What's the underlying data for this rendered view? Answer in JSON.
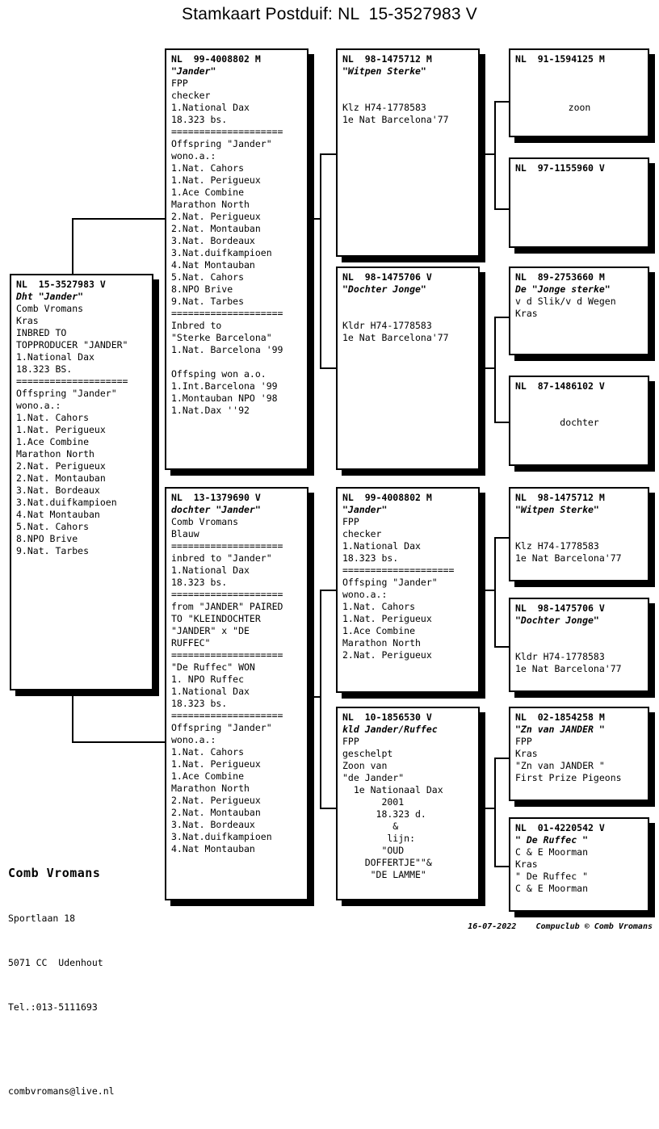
{
  "page": {
    "title": "Stamkaart Postduif: NL  15-3527983 V"
  },
  "pedigree": {
    "subject": {
      "ring": "NL  15-3527983 V",
      "nickname": "Dht \"Jander\"",
      "lines": [
        "Comb Vromans",
        "Kras",
        "INBRED TO",
        "TOPPRODUCER \"JANDER\"",
        "1.National Dax",
        "18.323 BS.",
        "====================",
        "Offspring \"Jander\"",
        "wono.a.:",
        "1.Nat. Cahors",
        "1.Nat. Perigueux",
        "1.Ace Combine",
        "Marathon North",
        "2.Nat. Perigueux",
        "2.Nat. Montauban",
        "3.Nat. Bordeaux",
        "3.Nat.duifkampioen",
        "4.Nat Montauban",
        "5.Nat. Cahors",
        "8.NPO Brive",
        "9.Nat. Tarbes"
      ]
    },
    "gen2": [
      {
        "ring": "NL  99-4008802 M",
        "nickname": "\"Jander\"",
        "lines": [
          "FPP",
          "checker",
          "1.National Dax",
          "18.323 bs.",
          "====================",
          "Offspring \"Jander\"",
          "wono.a.:",
          "1.Nat. Cahors",
          "1.Nat. Perigueux",
          "1.Ace Combine",
          "Marathon North",
          "2.Nat. Perigueux",
          "2.Nat. Montauban",
          "3.Nat. Bordeaux",
          "3.Nat.duifkampioen",
          "4.Nat Montauban",
          "5.Nat. Cahors",
          "8.NPO Brive",
          "9.Nat. Tarbes",
          "====================",
          "Inbred to",
          "\"Sterke Barcelona\"",
          "1.Nat. Barcelona '99",
          "",
          "Offsping won a.o.",
          "1.Int.Barcelona '99",
          "1.Montauban NPO '98",
          "1.Nat.Dax ''92"
        ]
      },
      {
        "ring": "NL  13-1379690 V",
        "nickname": "dochter \"Jander\"",
        "lines": [
          "Comb Vromans",
          "Blauw",
          "====================",
          "inbred to \"Jander\"",
          "1.National Dax",
          "18.323 bs.",
          "====================",
          "from \"JANDER\" PAIRED",
          "TO \"KLEINDOCHTER",
          "\"JANDER\" x \"DE",
          "RUFFEC\"",
          "====================",
          "\"De Ruffec\" WON",
          "1. NPO Ruffec",
          "1.National Dax",
          "18.323 bs.",
          "====================",
          "Offspring \"Jander\"",
          "wono.a.:",
          "1.Nat. Cahors",
          "1.Nat. Perigueux",
          "1.Ace Combine",
          "Marathon North",
          "2.Nat. Perigueux",
          "2.Nat. Montauban",
          "3.Nat. Bordeaux",
          "3.Nat.duifkampioen",
          "4.Nat Montauban"
        ]
      }
    ],
    "gen3": [
      {
        "ring": "NL  98-1475712 M",
        "nickname": "\"Witpen Sterke\"",
        "lines": [
          "",
          "",
          "Klz H74-1778583",
          "1e Nat Barcelona'77"
        ]
      },
      {
        "ring": "NL  98-1475706 V",
        "nickname": "\"Dochter Jonge\"",
        "lines": [
          "",
          "",
          "Kldr H74-1778583",
          "1e Nat Barcelona'77"
        ]
      },
      {
        "ring": "NL  99-4008802 M",
        "nickname": "\"Jander\"",
        "lines": [
          "FPP",
          "checker",
          "1.National Dax",
          "18.323 bs.",
          "====================",
          "Offsping \"Jander\"",
          "wono.a.:",
          "1.Nat. Cahors",
          "1.Nat. Perigueux",
          "1.Ace Combine",
          "Marathon North",
          "2.Nat. Perigueux"
        ]
      },
      {
        "ring": "NL  10-1856530 V",
        "nickname": "kld Jander/Ruffec",
        "lines": [
          "FPP",
          "geschelpt",
          "Zoon van",
          "\"de Jander\"",
          "  1e Nationaal Dax",
          "       2001",
          "      18.323 d.",
          "         &",
          "        lijn:",
          "       \"OUD",
          "    DOFFERTJE\"\"&",
          "     \"DE LAMME\""
        ]
      }
    ],
    "gen4": [
      {
        "ring": "NL  91-1594125 M",
        "nickname": "",
        "lines": [
          "",
          "",
          "",
          "zoon"
        ],
        "center": true
      },
      {
        "ring": "NL  97-1155960 V",
        "nickname": "",
        "lines": [],
        "center": true
      },
      {
        "ring": "NL  89-2753660 M",
        "nickname": "De \"Jonge sterke\"",
        "lines": [
          "v d Slik/v d Wegen",
          "Kras"
        ]
      },
      {
        "ring": "NL  87-1486102 V",
        "nickname": "",
        "lines": [
          "",
          "",
          "dochter"
        ],
        "center": true
      },
      {
        "ring": "NL  98-1475712 M",
        "nickname": "\"Witpen Sterke\"",
        "lines": [
          "",
          "",
          "Klz H74-1778583",
          "1e Nat Barcelona'77"
        ]
      },
      {
        "ring": "NL  98-1475706 V",
        "nickname": "\"Dochter Jonge\"",
        "lines": [
          "",
          "",
          "Kldr H74-1778583",
          "1e Nat Barcelona'77"
        ]
      },
      {
        "ring": "NL  02-1854258 M",
        "nickname": "\"Zn van JANDER \"",
        "lines": [
          "FPP",
          "Kras",
          "\"Zn van JANDER \"",
          "First Prize Pigeons"
        ]
      },
      {
        "ring": "NL  01-4220542 V",
        "nickname": "\" De Ruffec \"",
        "lines": [
          "C & E Moorman",
          "Kras",
          "\" De Ruffec \"",
          "C & E Moorman"
        ]
      }
    ]
  },
  "breeder": {
    "name": "Comb Vromans",
    "address1": "Sportlaan 18",
    "address2": "5071 CC  Udenhout",
    "phone": "Tel.:013-5111693",
    "email": "combvromans@live.nl"
  },
  "footer": {
    "date": "16-07-2022",
    "credit": "Compuclub © Comb Vromans"
  }
}
